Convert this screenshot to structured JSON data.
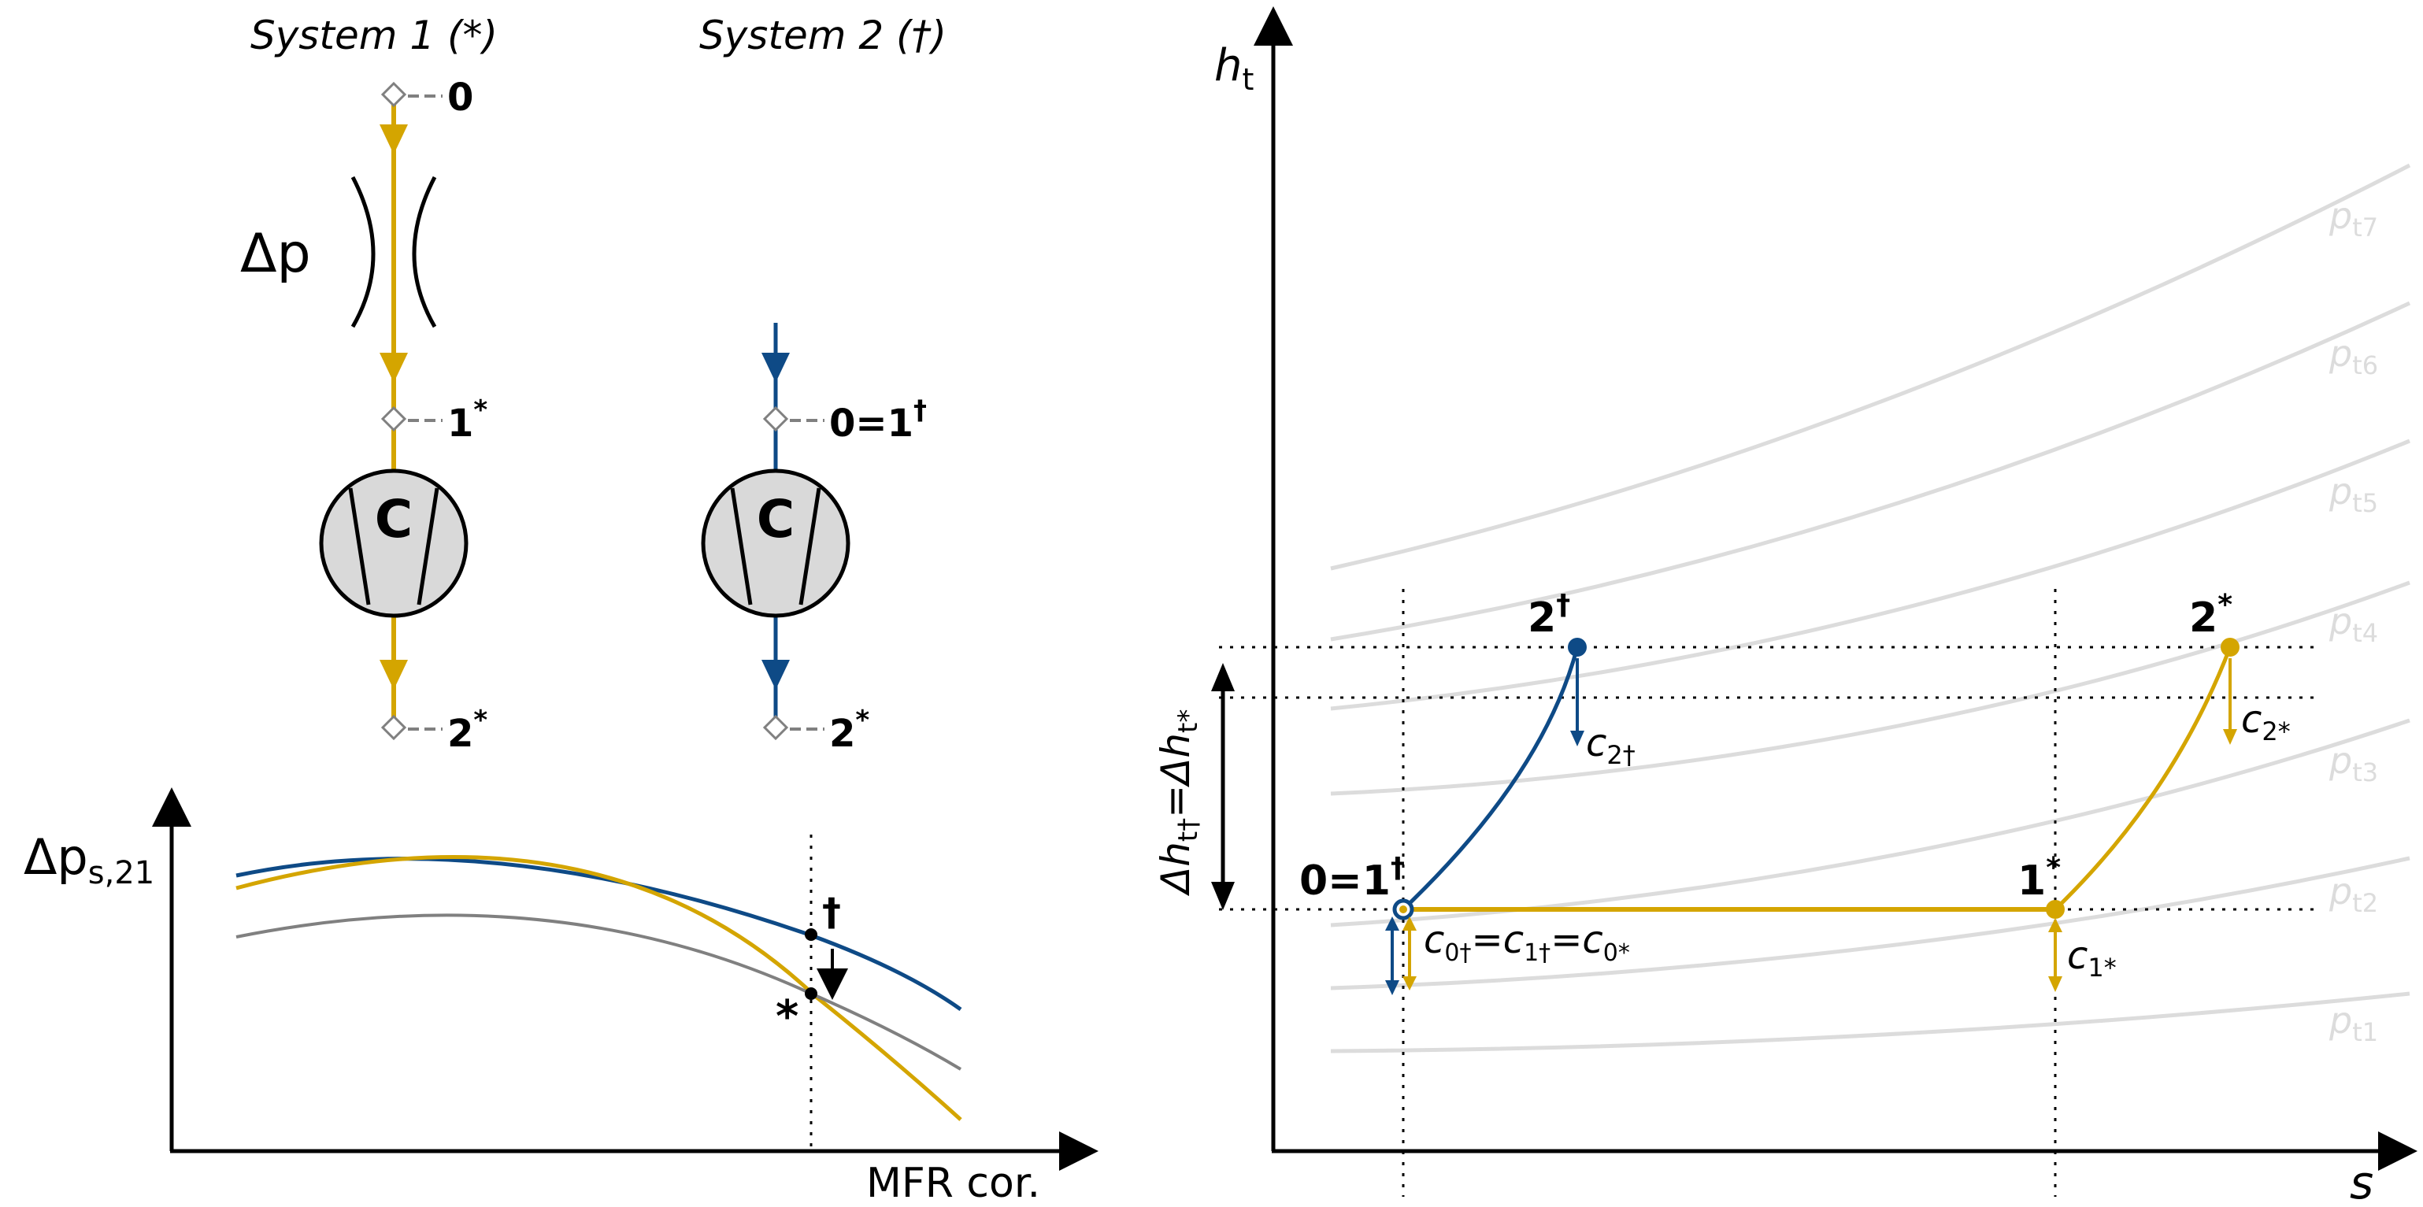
{
  "colors": {
    "gold": "#d4a500",
    "blue": "#0e4a86",
    "gray": "#808080",
    "isobar": "#dcdcdc",
    "machine_fill": "#d9d9d9"
  },
  "system1": {
    "title": "System 1 (*)",
    "station0": "0",
    "dp_label": "Δp",
    "station1": "1",
    "station1_sup": "*",
    "machine": "C",
    "station2": "2",
    "station2_sup": "*"
  },
  "system2": {
    "title": "System 2 (†)",
    "station01": "0=1",
    "station01_sup": "†",
    "machine": "C",
    "station2": "2",
    "station2_sup": "*"
  },
  "dp_chart": {
    "y_label_main": "Δp",
    "y_label_sub": "s,21",
    "x_label": "MFR cor.",
    "dagger_mark": "†",
    "star_mark": "*"
  },
  "hs_chart": {
    "y_label_main": "h",
    "y_label_sub": "t",
    "x_label": "s",
    "isobars": [
      {
        "main": "p",
        "sub": "t1"
      },
      {
        "main": "p",
        "sub": "t2"
      },
      {
        "main": "p",
        "sub": "t3"
      },
      {
        "main": "p",
        "sub": "t4"
      },
      {
        "main": "p",
        "sub": "t5"
      },
      {
        "main": "p",
        "sub": "t6"
      },
      {
        "main": "p",
        "sub": "t7"
      }
    ],
    "pt_2dag": {
      "label": "2",
      "sup": "†"
    },
    "pt_2star": {
      "label": "2",
      "sup": "*"
    },
    "pt_01dag": {
      "label": "0=1",
      "sup": "†"
    },
    "pt_1star": {
      "label": "1",
      "sup": "*"
    },
    "c2dag": {
      "main": "c",
      "sub": "2†"
    },
    "c2star": {
      "main": "c",
      "sub": "2*"
    },
    "c1star": {
      "main": "c",
      "sub": "1*"
    },
    "c_eq": {
      "c0": "c",
      "s0": "0†",
      "eq1": "=",
      "c1": "c",
      "s1": "1†",
      "eq2": "=",
      "c2": "c",
      "s2": "0*"
    },
    "dh_label": {
      "a": "Δh",
      "as": "t†",
      "eq": "=",
      "b": "Δh",
      "bs": "t*"
    }
  }
}
